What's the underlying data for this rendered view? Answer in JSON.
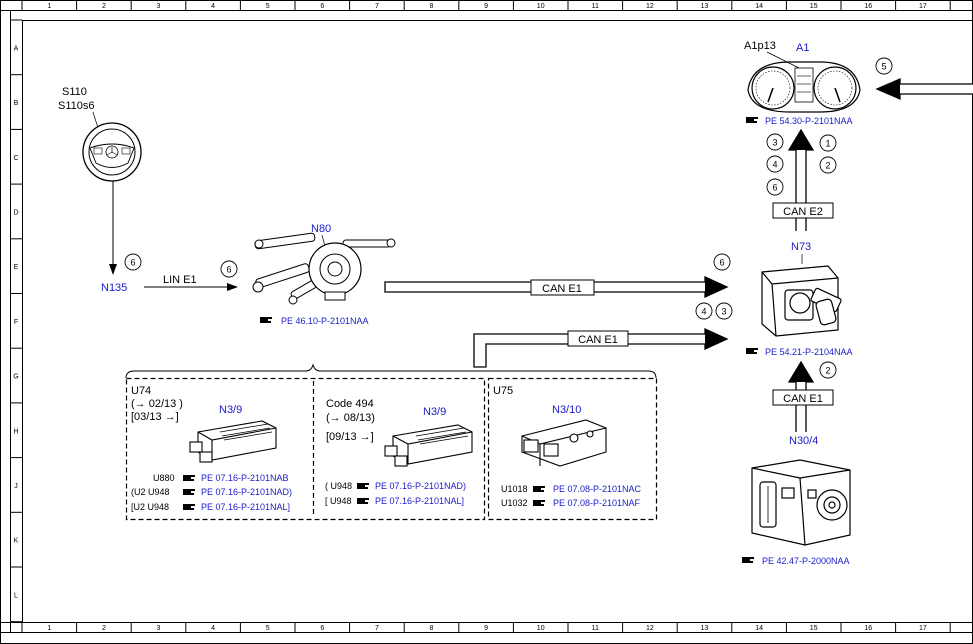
{
  "grid": {
    "columns": [
      "1",
      "2",
      "3",
      "4",
      "5",
      "6",
      "7",
      "8",
      "9",
      "10",
      "11",
      "12",
      "13",
      "14",
      "15",
      "16",
      "17"
    ],
    "rows": [
      "A",
      "B",
      "C",
      "D",
      "E",
      "F",
      "G",
      "H",
      "J",
      "K",
      "L"
    ]
  },
  "components": {
    "a1": {
      "code": "A1",
      "sub": "A1p13",
      "ref": "PE 54.30-P-2101NAA"
    },
    "s110": {
      "code": "S110",
      "sub": "S110s6"
    },
    "n135": {
      "code": "N135"
    },
    "n80": {
      "code": "N80",
      "ref": "PE 46.10-P-2101NAA"
    },
    "n73": {
      "code": "N73",
      "ref": "PE 54.21-P-2104NAA"
    },
    "n30_4": {
      "code": "N30/4",
      "ref": "PE 42.47-P-2000NAA"
    }
  },
  "buses": {
    "lin_e1": "LIN E1",
    "can_e1_top": "CAN E1",
    "can_e1_mid": "CAN E1",
    "can_e1_low": "CAN E1",
    "can_e2": "CAN E2"
  },
  "signals": {
    "s110_to_n135": "6",
    "n135_to_n80": "6",
    "a1_input": "5",
    "a1_left": [
      "3",
      "4",
      "6"
    ],
    "a1_right": [
      "1",
      "2"
    ],
    "n73_top": "6",
    "n73_mid": [
      "4",
      "3"
    ],
    "n73_bottom": "2"
  },
  "u74": {
    "label": "U74",
    "date1": "(→ 02/13 )",
    "date2": "[03/13 →]",
    "module": "N3/9",
    "refs": [
      {
        "prefix": "U880",
        "ref": "PE 07.16-P-2101NAB"
      },
      {
        "prefix": "(U2  U948",
        "ref": "PE 07.16-P-2101NAD)"
      },
      {
        "prefix": "[U2  U948",
        "ref": "PE 07.16-P-2101NAL]"
      }
    ]
  },
  "code494": {
    "label": "Code 494",
    "date1": "(→ 08/13)",
    "date2": "[09/13  →]",
    "module": "N3/9",
    "refs": [
      {
        "prefix": "( U948",
        "ref": "PE 07.16-P-2101NAD)"
      },
      {
        "prefix": "[ U948",
        "ref": "PE 07.16-P-2101NAL]"
      }
    ]
  },
  "u75": {
    "label": "U75",
    "module": "N3/10",
    "refs": [
      {
        "prefix": "U1018",
        "ref": "PE 07.08-P-2101NAC"
      },
      {
        "prefix": "U1032",
        "ref": "PE 07.08-P-2101NAF"
      }
    ]
  },
  "colors": {
    "link": "#1a1acc",
    "line": "#000000"
  }
}
